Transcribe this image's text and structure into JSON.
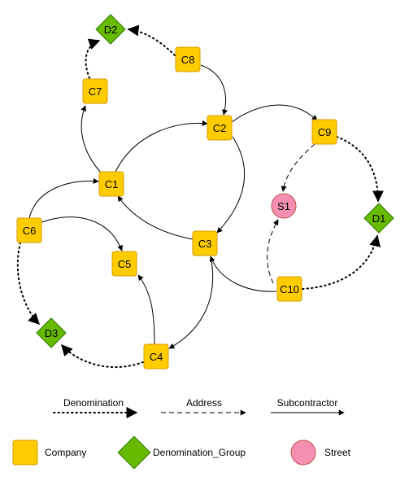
{
  "nodes": [
    {
      "id": "C1",
      "label": "C1",
      "type": "company"
    },
    {
      "id": "C2",
      "label": "C2",
      "type": "company"
    },
    {
      "id": "C3",
      "label": "C3",
      "type": "company"
    },
    {
      "id": "C4",
      "label": "C4",
      "type": "company"
    },
    {
      "id": "C5",
      "label": "C5",
      "type": "company"
    },
    {
      "id": "C6",
      "label": "C6",
      "type": "company"
    },
    {
      "id": "C7",
      "label": "C7",
      "type": "company"
    },
    {
      "id": "C8",
      "label": "C8",
      "type": "company"
    },
    {
      "id": "C9",
      "label": "C9",
      "type": "company"
    },
    {
      "id": "C10",
      "label": "C10",
      "type": "company"
    },
    {
      "id": "D1",
      "label": "D1",
      "type": "denomination_group"
    },
    {
      "id": "D2",
      "label": "D2",
      "type": "denomination_group"
    },
    {
      "id": "D3",
      "label": "D3",
      "type": "denomination_group"
    },
    {
      "id": "S1",
      "label": "S1",
      "type": "street"
    }
  ],
  "edges": [
    {
      "from": "C8",
      "to": "D2",
      "kind": "denomination"
    },
    {
      "from": "C8",
      "to": "C2",
      "kind": "subcontractor"
    },
    {
      "from": "C7",
      "to": "D2",
      "kind": "denomination"
    },
    {
      "from": "C1",
      "to": "C7",
      "kind": "subcontractor"
    },
    {
      "from": "C1",
      "to": "C2",
      "kind": "subcontractor"
    },
    {
      "from": "C2",
      "to": "C9",
      "kind": "subcontractor"
    },
    {
      "from": "C2",
      "to": "C3",
      "kind": "subcontractor"
    },
    {
      "from": "C3",
      "to": "C1",
      "kind": "subcontractor"
    },
    {
      "from": "C9",
      "to": "S1",
      "kind": "address"
    },
    {
      "from": "C9",
      "to": "D1",
      "kind": "denomination"
    },
    {
      "from": "C6",
      "to": "C1",
      "kind": "subcontractor"
    },
    {
      "from": "C6",
      "to": "C5",
      "kind": "subcontractor"
    },
    {
      "from": "C6",
      "to": "D3",
      "kind": "denomination"
    },
    {
      "from": "C10",
      "to": "C3",
      "kind": "subcontractor"
    },
    {
      "from": "C10",
      "to": "S1",
      "kind": "address"
    },
    {
      "from": "C10",
      "to": "D1",
      "kind": "denomination"
    },
    {
      "from": "C3",
      "to": "C4",
      "kind": "subcontractor"
    },
    {
      "from": "C4",
      "to": "C5",
      "kind": "subcontractor"
    },
    {
      "from": "C4",
      "to": "D3",
      "kind": "denomination"
    }
  ],
  "legend": {
    "edges": [
      {
        "kind": "denomination",
        "label": "Denomination"
      },
      {
        "kind": "address",
        "label": "Address"
      },
      {
        "kind": "subcontractor",
        "label": "Subcontractor"
      }
    ],
    "nodes": [
      {
        "type": "company",
        "label": "Company"
      },
      {
        "type": "denomination_group",
        "label": "Denomination_Group"
      },
      {
        "type": "street",
        "label": "Street"
      }
    ]
  },
  "colors": {
    "company_fill": "#ffcc00",
    "company_stroke": "#d79b00",
    "denomination_fill": "#66bb00",
    "denomination_stroke": "#2d7600",
    "street_fill": "#f48fb1",
    "street_stroke": "#b85450",
    "edge": "#000000"
  }
}
